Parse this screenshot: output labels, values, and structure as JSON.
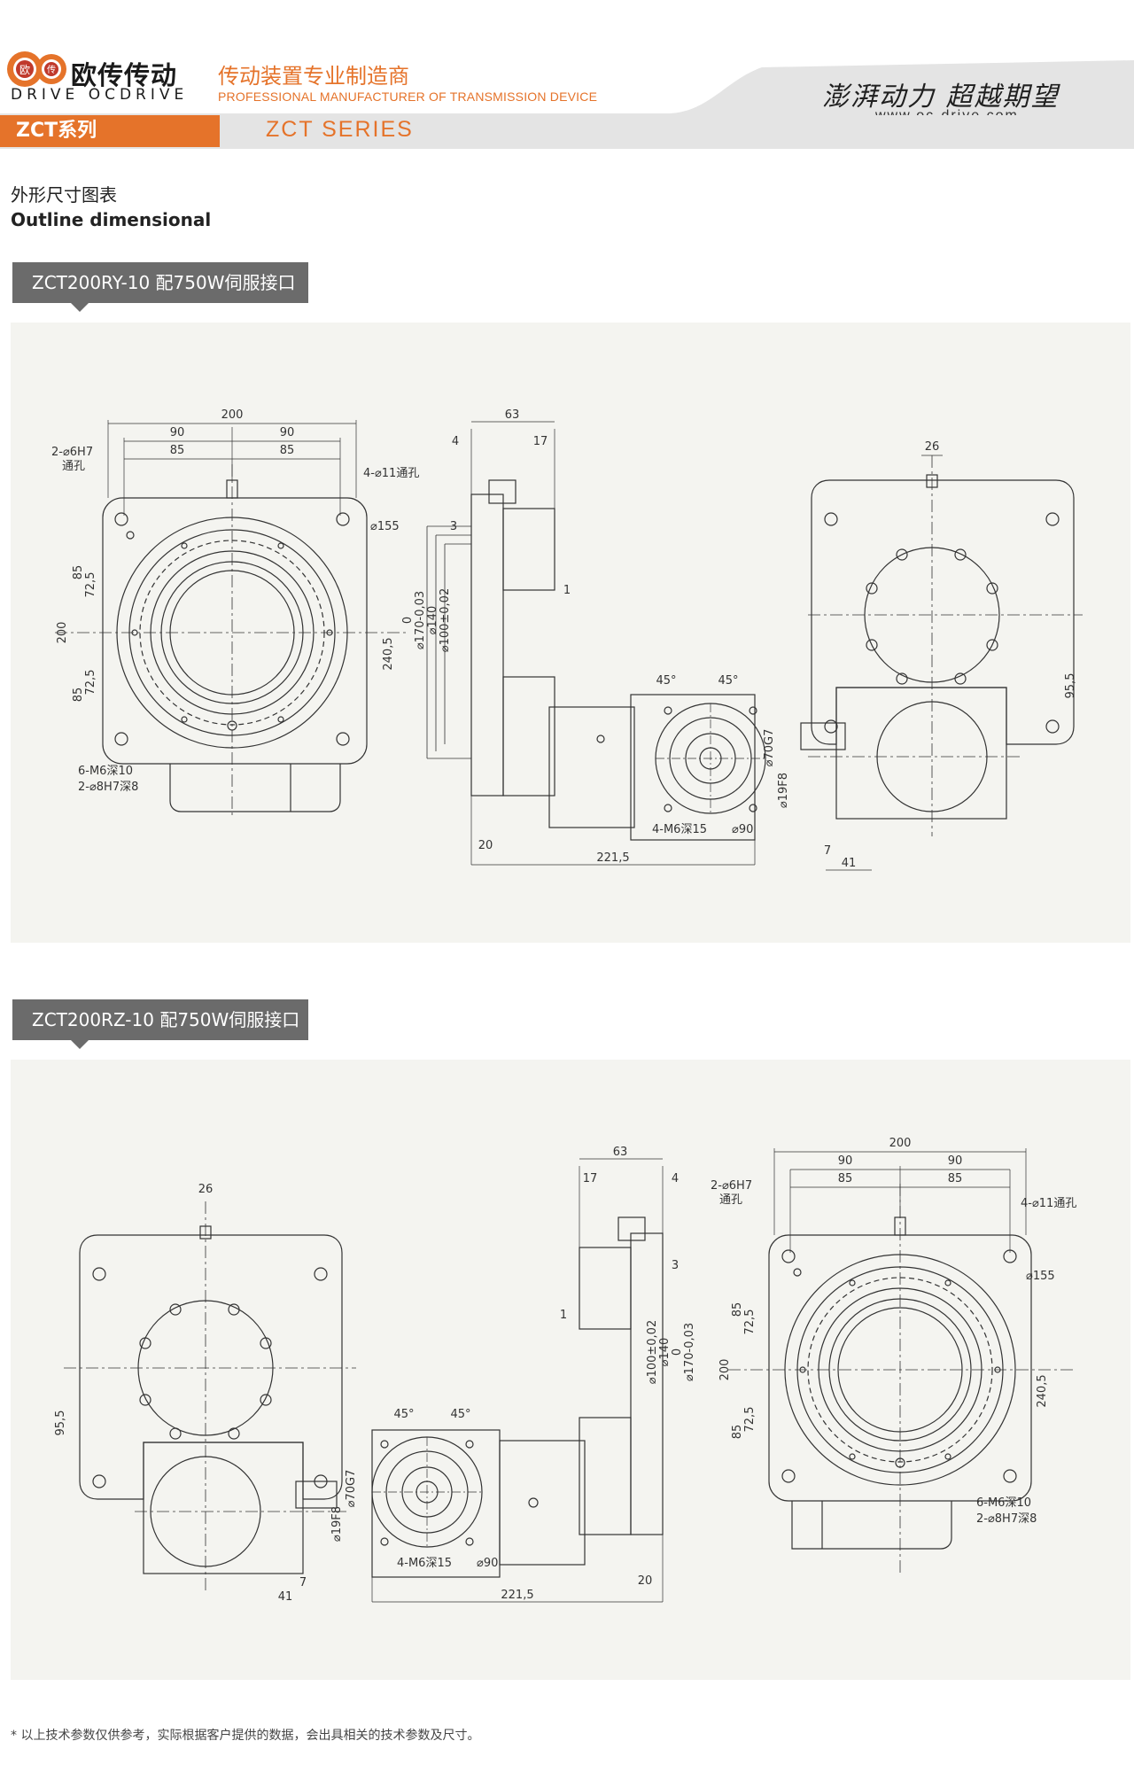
{
  "header": {
    "brand_cn": "欧传传动",
    "brand_en": "DRIVE OCDRIVE",
    "tagline_cn": "传动装置专业制造商",
    "tagline_en": "PROFESSIONAL MANUFACTURER OF TRANSMISSION DEVICE",
    "slogan_cn": "澎湃动力 超越期望",
    "url": "www.oc-drive.com",
    "series_cn": "ZCT系列",
    "series_en": "ZCT SERIES",
    "logo_badge_1": "欧",
    "logo_badge_2": "传",
    "accent_color": "#e5732a"
  },
  "section": {
    "title_cn": "外形尺寸图表",
    "title_en": "Outline dimensional"
  },
  "models": [
    {
      "label": "ZCT200RY-10 配750W伺服接口",
      "dims": {
        "w200": "200",
        "w90a": "90",
        "w90b": "90",
        "w85a": "85",
        "w85b": "85",
        "hole_6h7": "2-⌀6H7",
        "hole_6h7_sub": "通孔",
        "hole_11": "4-⌀11通孔",
        "d155": "⌀155",
        "h85a": "85",
        "h72a": "72,5",
        "h200": "200",
        "h72b": "72,5",
        "h85b": "85",
        "h2405": "240,5",
        "m6": "6-M6深10",
        "h8": "2-⌀8H7深8",
        "s63": "63",
        "s4": "4",
        "s17": "17",
        "s3": "3",
        "s1": "1",
        "d0": "0",
        "d170": "⌀170-0,03",
        "d140": "⌀140",
        "d100": "⌀100±0,02",
        "a45a": "45°",
        "a45b": "45°",
        "s20": "20",
        "s2215": "221,5",
        "m6b": "4-M6深15",
        "d90": "⌀90",
        "w26": "26",
        "h955": "95,5",
        "d70": "⌀70G7",
        "d19": "⌀19F8",
        "s7": "7",
        "s41": "41"
      }
    },
    {
      "label": "ZCT200RZ-10 配750W伺服接口",
      "dims": {
        "w200": "200",
        "w90a": "90",
        "w90b": "90",
        "w85a": "85",
        "w85b": "85",
        "hole_6h7": "2-⌀6H7",
        "hole_6h7_sub": "通孔",
        "hole_11": "4-⌀11通孔",
        "d155": "⌀155",
        "h85a": "85",
        "h72a": "72,5",
        "h200": "200",
        "h72b": "72,5",
        "h85b": "85",
        "h2405": "240,5",
        "m6": "6-M6深10",
        "h8": "2-⌀8H7深8",
        "s63": "63",
        "s4": "4",
        "s17": "17",
        "s3": "3",
        "s1": "1",
        "d0": "0",
        "d170": "⌀170-0,03",
        "d140": "⌀140",
        "d100": "⌀100±0,02",
        "a45a": "45°",
        "a45b": "45°",
        "s20": "20",
        "s2215": "221,5",
        "m6b": "4-M6深15",
        "d90": "⌀90",
        "w26": "26",
        "h955": "95,5",
        "d70": "⌀70G7",
        "d19": "⌀19F8",
        "s7": "7",
        "s41": "41"
      }
    }
  ],
  "footnote": "* 以上技术参数仅供参考，实际根据客户提供的数据，会出具相关的技术参数及尺寸。"
}
